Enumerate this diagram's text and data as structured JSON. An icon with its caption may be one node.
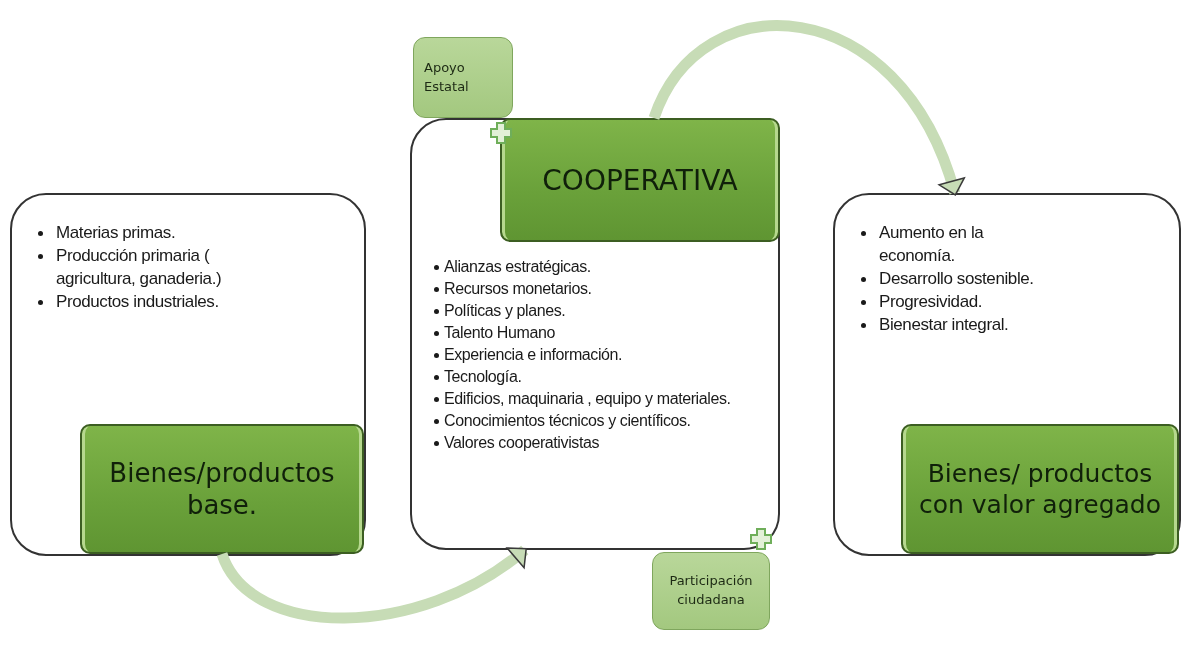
{
  "diagram": {
    "nodes": [
      {
        "text": [
          "Materias primas.",
          "Producción primaria ( agricultura, ganaderia.)",
          "Productos industriales."
        ]
      },
      {
        "text": [
          "Bienes/productos base."
        ],
        "in": 0
      },
      {
        "text": [
          "Alianzas estratégicas.",
          "Recursos monetarios.",
          "Políticas y planes.",
          "Talento Humano",
          "Experiencia e información.",
          "Tecnología.",
          "Edificios, maquinaria , equipo y materiales.",
          "Conocimientos técnicos y científicos.",
          "Valores cooperativistas"
        ]
      },
      {
        "text": [
          "COOPERATIVA"
        ],
        "in": 2
      },
      {
        "text": [
          "Apoyo Estatal"
        ]
      },
      {
        "text": [
          "Participación ciudadana"
        ]
      },
      {
        "text": [
          "Aumento en la economía.",
          "Desarrollo sostenible.",
          "Progresividad.",
          "Bienestar integral."
        ]
      },
      {
        "text": [
          "Bienes/ productos con valor agregado"
        ],
        "in": 6
      }
    ],
    "edges": [
      {
        "from": 1,
        "to": 2,
        "arrow": "to"
      },
      {
        "from": 3,
        "to": 6,
        "arrow": "to"
      }
    ]
  }
}
